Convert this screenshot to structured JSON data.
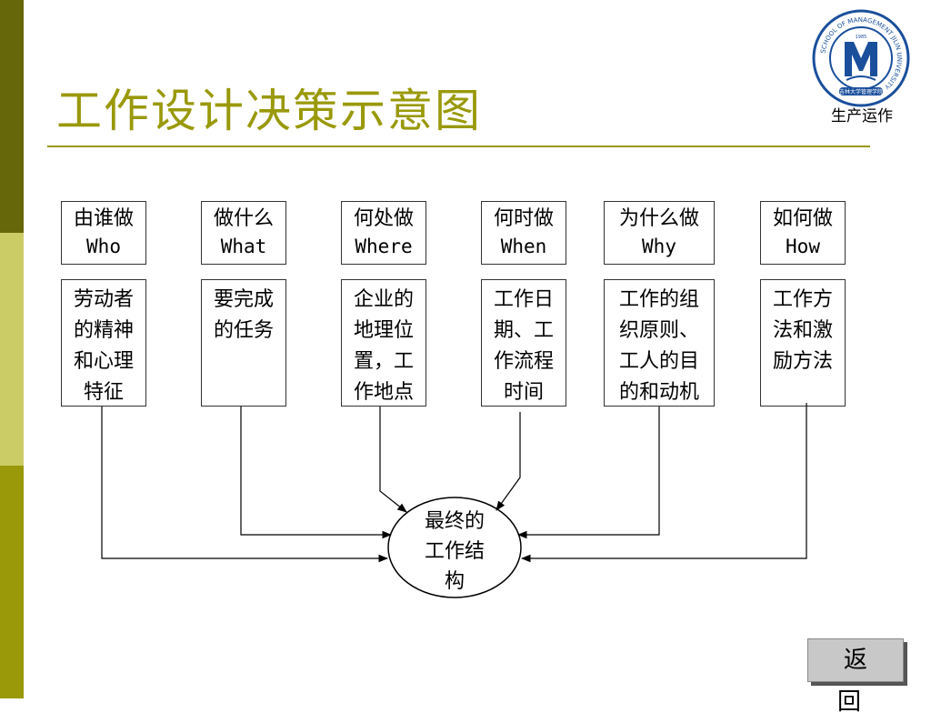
{
  "slide": {
    "title": "工作设计决策示意图",
    "logo_caption": "生产运作",
    "logo_ring_text": "SCHOOL OF MANAGEMENT JILIN UNIVERSITY",
    "logo_inner_text": "吉林大学管理学院",
    "logo_year": "1985",
    "return_label": "返 回"
  },
  "diagram": {
    "questions": [
      {
        "cn": "由谁做",
        "en": "Who",
        "detail": [
          "劳动者",
          "的精神",
          "和心理",
          "特征"
        ]
      },
      {
        "cn": "做什么",
        "en": "What",
        "detail": [
          "要完成",
          "的任务"
        ]
      },
      {
        "cn": "何处做",
        "en": "Where",
        "detail": [
          "企业的",
          "地理位",
          "置，工",
          "作地点"
        ]
      },
      {
        "cn": "何时做",
        "en": "When",
        "detail": [
          "工作日",
          "期、工",
          "作流程",
          "时间"
        ]
      },
      {
        "cn": "为什么做",
        "en": "Why",
        "detail": [
          "工作的组",
          "织原则、",
          "工人的目",
          "的和动机"
        ]
      },
      {
        "cn": "如何做",
        "en": "How",
        "detail": [
          "工作方",
          "法和激",
          "励方法"
        ]
      }
    ],
    "result": [
      "最终的",
      "工作结",
      "构"
    ]
  },
  "colors": {
    "accent": "#99990a",
    "sidebar_dark": "#66660a",
    "sidebar_light": "#cccc66",
    "logo_blue": "#1a4f9c"
  }
}
